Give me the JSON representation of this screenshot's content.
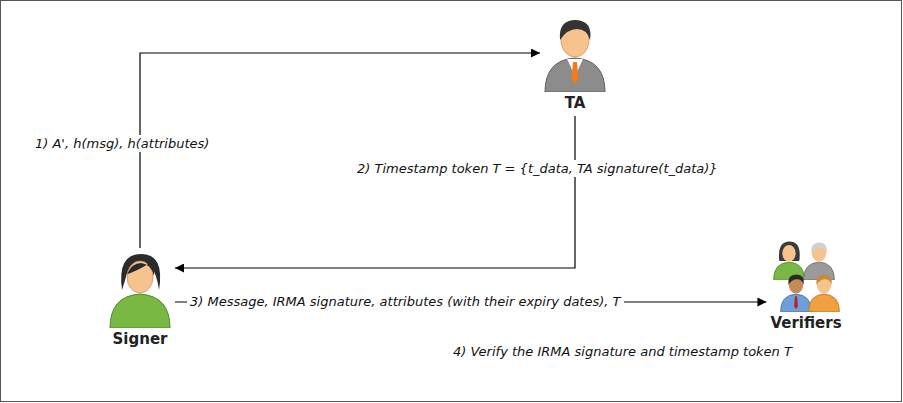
{
  "diagram": {
    "nodes": [
      {
        "text": [
          "TA"
        ]
      },
      {
        "text": [
          "Signer"
        ]
      },
      {
        "text": [
          "Verifiers"
        ]
      }
    ],
    "edges": [
      {
        "from": 1,
        "to": 0,
        "arrow": "to",
        "label": "1) A', h(msg), h(attributes)"
      },
      {
        "from": 0,
        "to": 1,
        "arrow": "to",
        "label": "2) Timestamp token T = {t_data, TA signature(t_data)}"
      },
      {
        "from": 1,
        "to": 2,
        "arrow": "to",
        "label": "3) Message, IRMA signature, attributes (with their expiry dates), T"
      }
    ],
    "labels": [
      "4) Verify the IRMA signature and timestamp token T"
    ]
  }
}
